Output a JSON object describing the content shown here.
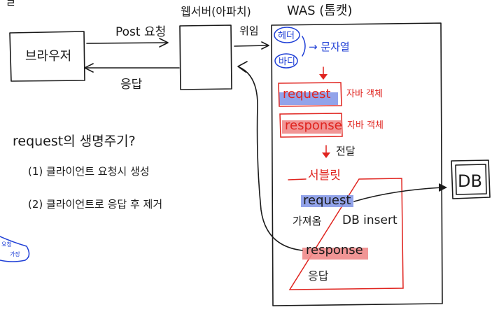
{
  "diagram": {
    "top_label_left": "ㄹ",
    "browser_label": "브라우저",
    "post_request_label": "Post 요청",
    "response_label": "응답",
    "webserver_label": "웹서버(아파치)",
    "delegate_label": "위임",
    "was_label": "WAS (톰캣)",
    "header_label": "헤더",
    "body_label": "바디",
    "string_label": "→ 문자열",
    "request_object_label": "request",
    "request_note": "자바 객체",
    "response_object_label": "response",
    "response_note": "자바 객체",
    "transfer_label": "전달",
    "servlet_label": "서블릿",
    "servlet_request_label": "request",
    "servlet_get_label": "가져옴",
    "servlet_db_label": "DB insert",
    "servlet_response_label": "response",
    "servlet_reply_label": "응답",
    "db_label": "DB",
    "lifecycle_title": "request의 생명주기?",
    "lifecycle_1": "(1) 클라이언트 요청시 생성",
    "lifecycle_2": "(2) 클라이언트로 응답 후 제거",
    "margin_note_1": "요청",
    "margin_note_2": "가장"
  },
  "colors": {
    "ink": "#1a1a1a",
    "blue_ink": "#1f3fd6",
    "red_ink": "#e0241f",
    "blue_highlight": "#7f93e6",
    "red_highlight": "#f08a8a"
  }
}
